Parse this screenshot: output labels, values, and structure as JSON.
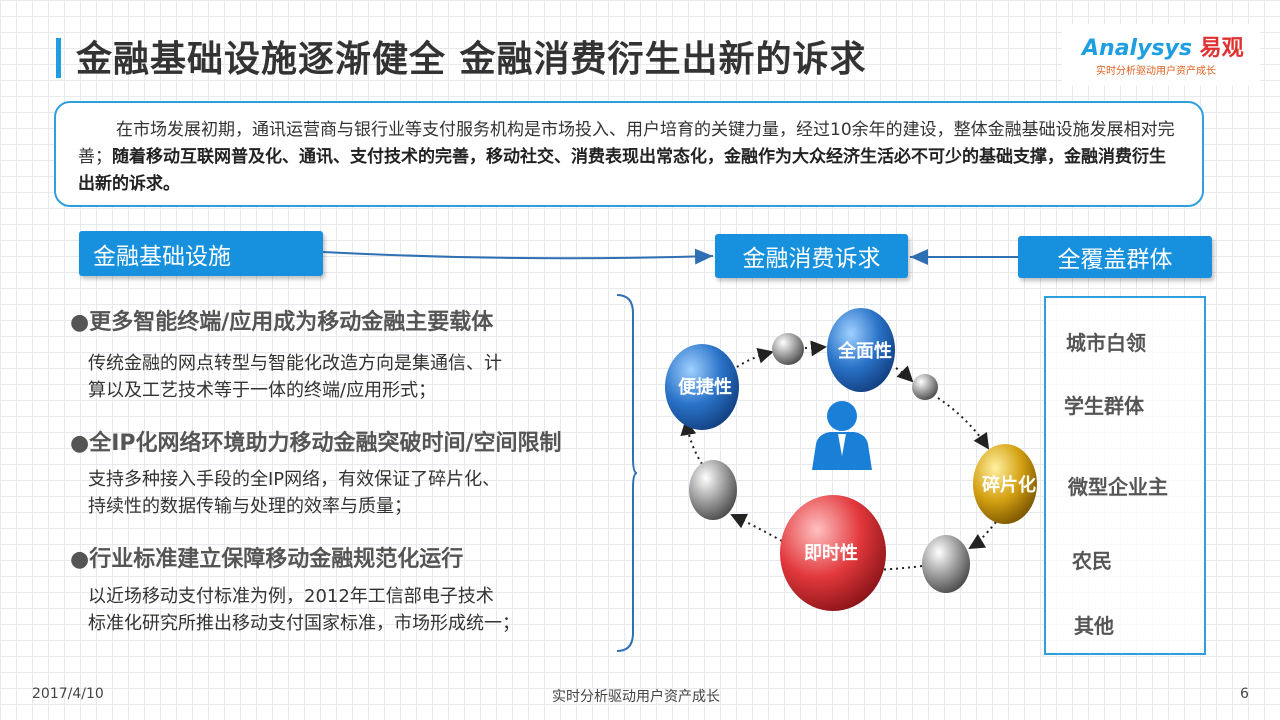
{
  "title": "金融基础设施逐渐健全  金融消费衍生出新的诉求",
  "logo": {
    "text_en": "Analysys",
    "text_cn": "易观",
    "slogan": "实时分析驱动用户资产成长"
  },
  "intro": {
    "normal": "在市场发展初期，通讯运营商与银行业等支付服务机构是市场投入、用户培育的关键力量，经过10余年的建设，整体金融基础设施发展相对完善；",
    "bold": "随着移动互联网普及化、通讯、支付技术的完善，移动社交、消费表现出常态化，金融作为大众经济生活必不可少的基础支撑，金融消费衍生出新的诉求。"
  },
  "labels": {
    "infra": "金融基础设施",
    "demand": "金融消费诉求",
    "cover": "全覆盖群体"
  },
  "points": [
    {
      "heading": "●更多智能终端/应用成为移动金融主要载体",
      "lines": [
        "传统金融的网点转型与智能化改造方向是集通信、计",
        "算以及工艺技术等于一体的终端/应用形式；"
      ]
    },
    {
      "heading": "●全IP化网络环境助力移动金融突破时间/空间限制",
      "lines": [
        "支持多种接入手段的全IP网络，有效保证了碎片化、",
        "持续性的数据传输与处理的效率与质量；"
      ]
    },
    {
      "heading": "●行业标准建立保障移动金融规范化运行",
      "lines": [
        "以近场移动支付标准为例，2012年工信部电子技术",
        "标准化研究所推出移动支付国家标准，市场形成统一；"
      ]
    }
  ],
  "cycle": {
    "nodes": [
      "全面性",
      "碎片化",
      "即时性",
      "便捷性"
    ],
    "colors": {
      "blue": "#2a73c8",
      "gold": "#d4a012",
      "red": "#e2383c",
      "gray": "#9a9a9a"
    }
  },
  "groups": [
    "城市白领",
    "学生群体",
    "微型企业主",
    "农民",
    "其他"
  ],
  "footer": {
    "date": "2017/4/10",
    "center": "实时分析驱动用户资产成长",
    "page": "6"
  }
}
